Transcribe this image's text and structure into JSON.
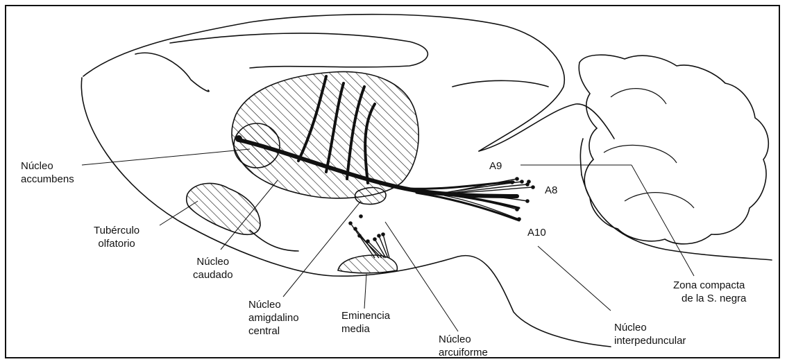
{
  "labels": {
    "nucleo_accumbens": [
      "Núcleo",
      "accumbens"
    ],
    "tuberculo_olfatorio": [
      "Tubérculo",
      "olfatorio"
    ],
    "nucleo_caudado": [
      "Núcleo",
      "caudado"
    ],
    "nucleo_amigdalino_central": [
      "Núcleo",
      "amigdalino",
      "central"
    ],
    "eminencia_media": [
      "Eminencia",
      "media"
    ],
    "nucleo_arcuiforme": [
      "Núcleo",
      "arcuiforme"
    ],
    "a9": "A9",
    "a8": "A8",
    "a10": "A10",
    "zona_compacta": [
      "Zona compacta",
      "de la S. negra"
    ],
    "nucleo_interpeduncular": [
      "Núcleo",
      "interpeduncular"
    ]
  },
  "colors": {
    "ink": "#111111",
    "paper": "#ffffff"
  }
}
